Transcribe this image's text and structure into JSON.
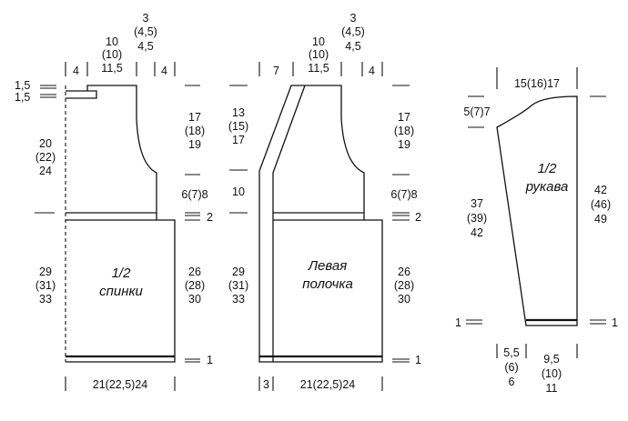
{
  "back": {
    "title": [
      "1/2",
      "спинки"
    ],
    "top_widths": [
      "4",
      "10",
      "(10)",
      "11,5",
      "3",
      "(4,5)",
      "4,5",
      "4"
    ],
    "step_1": "1,5",
    "step_2": "1,5",
    "left_height": [
      "20",
      "(22)",
      "24"
    ],
    "armhole": [
      "17",
      "(18)",
      "19"
    ],
    "armhole_lower": "6(7)8",
    "rib_marker": "2",
    "body_left": [
      "29",
      "(31)",
      "33"
    ],
    "body_right": [
      "26",
      "(28)",
      "30"
    ],
    "hem_marker": "1",
    "bottom_width": "21(22,5)24"
  },
  "front": {
    "title": [
      "Левая",
      "полочка"
    ],
    "top_widths": [
      "7",
      "10",
      "(10)",
      "11,5",
      "3",
      "(4,5)",
      "4,5",
      "4"
    ],
    "neck_height": [
      "13",
      "(15)",
      "17"
    ],
    "neck_lower": "10",
    "armhole": [
      "17",
      "(18)",
      "19"
    ],
    "armhole_lower": "6(7)8",
    "rib_marker": "2",
    "body_left": [
      "29",
      "(31)",
      "33"
    ],
    "body_right": [
      "26",
      "(28)",
      "30"
    ],
    "hem_marker": "1",
    "placket_width": "3",
    "bottom_width": "21(22,5)24"
  },
  "sleeve": {
    "title": [
      "1/2",
      "рукава"
    ],
    "top_width": "15(16)17",
    "cap_height": "5(7)7",
    "length_left": [
      "37",
      "(39)",
      "42"
    ],
    "length_right": [
      "42",
      "(46)",
      "49"
    ],
    "cuff_marker_left": "1",
    "cuff_marker_right": "1",
    "bottom_widths": [
      "5,5",
      "(6)",
      "6",
      "9,5",
      "(10)",
      "11"
    ]
  }
}
